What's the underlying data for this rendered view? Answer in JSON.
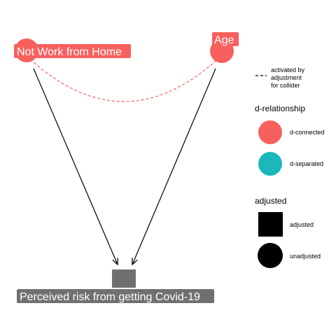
{
  "nodes": {
    "exposure": {
      "label": "Not Work from Home",
      "status": "d-connected",
      "adjusted": "unadjusted"
    },
    "confounder": {
      "label": "Age",
      "status": "d-connected",
      "adjusted": "unadjusted"
    },
    "outcome": {
      "label": "Perceived risk from getting Covid-19",
      "status": "adjusted",
      "adjusted": "adjusted"
    }
  },
  "legend": {
    "linetype": {
      "text_lines": [
        "activated by",
        "adjustment",
        "for collider"
      ]
    },
    "d_relationship": {
      "title": "d-relationship",
      "items": [
        {
          "label": "d-connected",
          "color": "#F8605E"
        },
        {
          "label": "d-separated",
          "color": "#1AB8BA"
        }
      ]
    },
    "adjusted": {
      "title": "adjusted",
      "items": [
        {
          "label": "adjusted",
          "shape": "square"
        },
        {
          "label": "unadjusted",
          "shape": "circle"
        }
      ]
    }
  },
  "colors": {
    "d_connected": "#F8605E",
    "d_separated": "#1AB8BA",
    "adjusted_node": "#707070",
    "edge": "#000000"
  }
}
